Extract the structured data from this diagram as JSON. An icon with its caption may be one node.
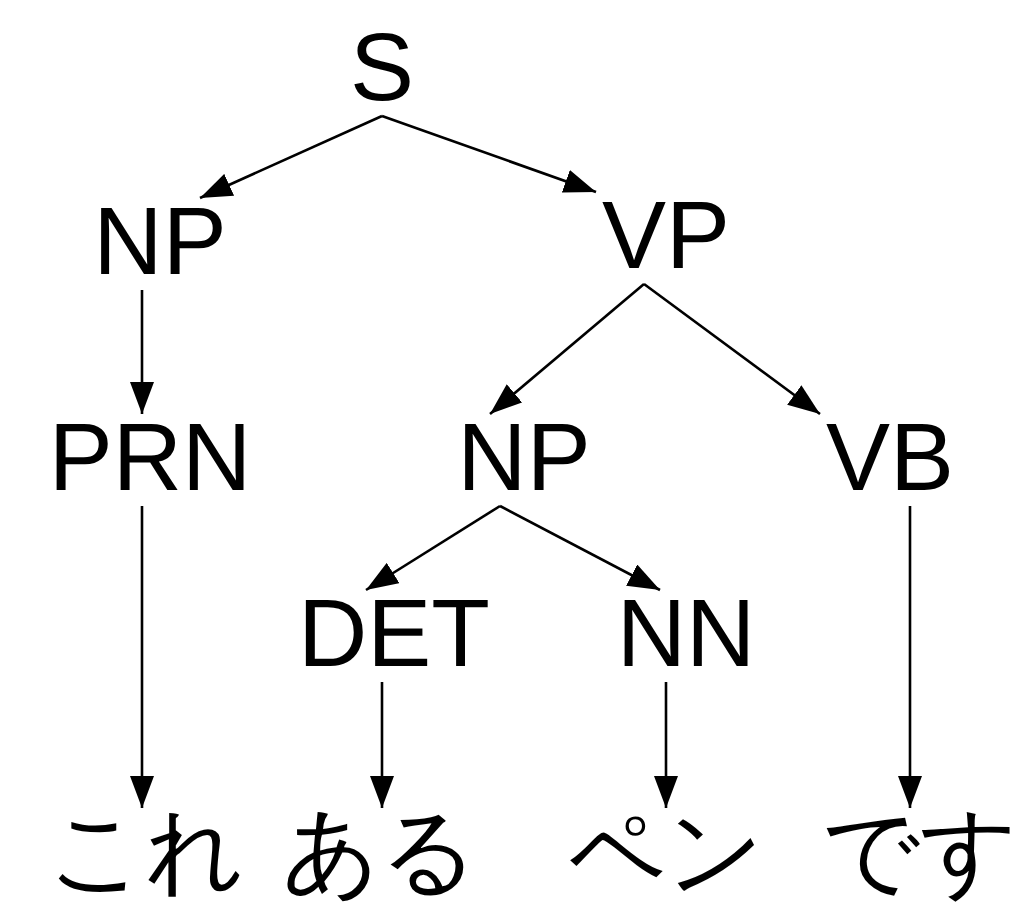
{
  "diagram": {
    "nodes": [
      {
        "text": [
          "S"
        ]
      },
      {
        "text": [
          "NP"
        ]
      },
      {
        "text": [
          "VP"
        ]
      },
      {
        "text": [
          "PRN"
        ]
      },
      {
        "text": [
          "NP"
        ]
      },
      {
        "text": [
          "VB"
        ]
      },
      {
        "text": [
          "DET"
        ]
      },
      {
        "text": [
          "NN"
        ]
      },
      {
        "text": [
          "これ"
        ]
      },
      {
        "text": [
          "ある"
        ]
      },
      {
        "text": [
          "ペン"
        ]
      },
      {
        "text": [
          "です"
        ]
      }
    ],
    "edges": [
      {
        "from": 0,
        "to": 1,
        "arrow": "to"
      },
      {
        "from": 0,
        "to": 2,
        "arrow": "to"
      },
      {
        "from": 1,
        "to": 3,
        "arrow": "to"
      },
      {
        "from": 2,
        "to": 4,
        "arrow": "to"
      },
      {
        "from": 2,
        "to": 5,
        "arrow": "to"
      },
      {
        "from": 4,
        "to": 6,
        "arrow": "to"
      },
      {
        "from": 4,
        "to": 7,
        "arrow": "to"
      },
      {
        "from": 3,
        "to": 8,
        "arrow": "to"
      },
      {
        "from": 6,
        "to": 9,
        "arrow": "to"
      },
      {
        "from": 7,
        "to": 10,
        "arrow": "to"
      },
      {
        "from": 5,
        "to": 11,
        "arrow": "to"
      }
    ]
  }
}
